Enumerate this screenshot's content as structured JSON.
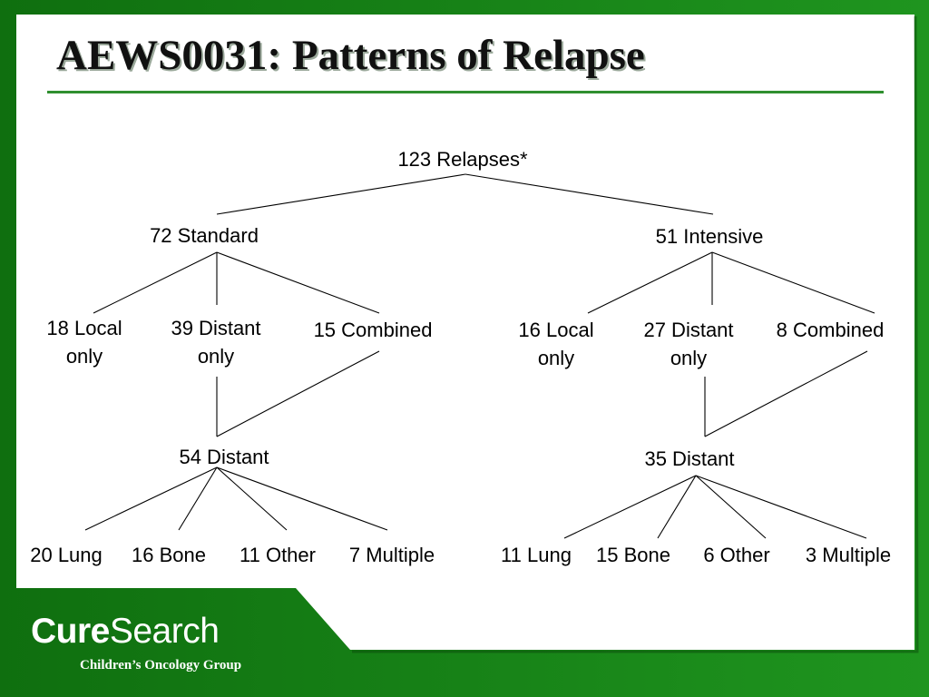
{
  "slide": {
    "title": "AEWS0031: Patterns of Relapse"
  },
  "logo": {
    "name_bold": "Cure",
    "name_regular": "Search",
    "subtitle": "Children’s Oncology Group"
  },
  "tree": {
    "root": [
      "123 Relapses*"
    ],
    "standard": [
      "72 Standard"
    ],
    "intensive": [
      "51 Intensive"
    ],
    "std_local": [
      "18 Local",
      "only"
    ],
    "std_distant": [
      "39 Distant",
      "only"
    ],
    "std_combined": [
      "15 Combined"
    ],
    "int_local": [
      "16 Local",
      "only"
    ],
    "int_distant": [
      "27 Distant",
      "only"
    ],
    "int_combined": [
      "8 Combined"
    ],
    "std_total_distant": [
      "54 Distant"
    ],
    "int_total_distant": [
      "35 Distant"
    ],
    "std_lung": [
      "20 Lung"
    ],
    "std_bone": [
      "16 Bone"
    ],
    "std_other": [
      "11 Other"
    ],
    "std_multiple": [
      "7 Multiple"
    ],
    "int_lung": [
      "11 Lung"
    ],
    "int_bone": [
      "15 Bone"
    ],
    "int_other": [
      "6 Other"
    ],
    "int_multiple": [
      "3 Multiple"
    ]
  }
}
